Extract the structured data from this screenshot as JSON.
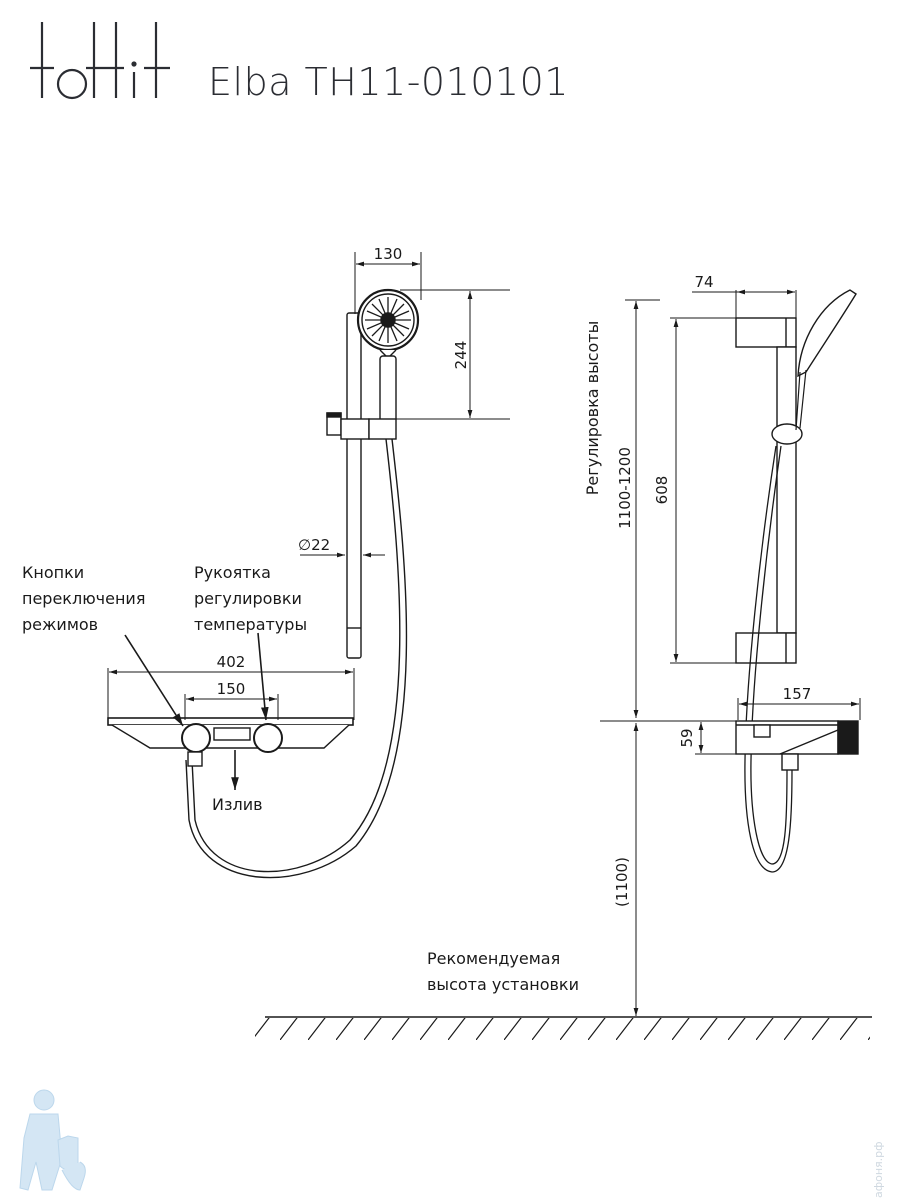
{
  "header": {
    "brand": "tottit",
    "model": "Elba TH11-010101"
  },
  "dimensions": {
    "showerhead_width": "130",
    "showerhead_height": "244",
    "rail_diameter": "∅22",
    "panel_width": "402",
    "knob_spacing": "150",
    "wall_offset": "74",
    "rail_length": "608",
    "height_adjustment": "1100-1200",
    "height_adjustment_label": "Регулировка высоты",
    "depth": "157",
    "panel_height": "59",
    "install_height": "(1100)"
  },
  "labels": {
    "mode_buttons": [
      "Кнопки",
      "переключения",
      "режимов"
    ],
    "temp_handle": [
      "Рукоятка",
      "регулировки",
      "температуры"
    ],
    "spout": "Излив",
    "recommended_height": [
      "Рекомендуемая",
      "высота установки"
    ]
  },
  "watermark": {
    "text": "афоня.рф",
    "icon": "plumber-mascot-icon"
  },
  "colors": {
    "line": "#1a1a1a",
    "watermark": "#cfe2f0"
  }
}
